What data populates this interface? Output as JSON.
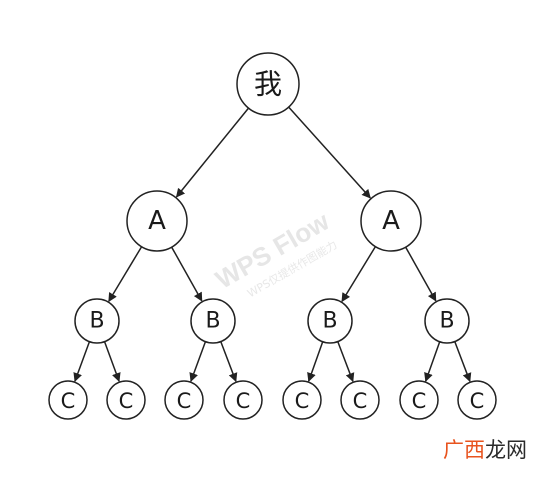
{
  "tree": {
    "root": {
      "label": "我"
    },
    "level2": [
      {
        "label": "A"
      },
      {
        "label": "A"
      }
    ],
    "level3": [
      {
        "label": "B"
      },
      {
        "label": "B"
      },
      {
        "label": "B"
      },
      {
        "label": "B"
      }
    ],
    "level4": [
      {
        "label": "C"
      },
      {
        "label": "C"
      },
      {
        "label": "C"
      },
      {
        "label": "C"
      },
      {
        "label": "C"
      },
      {
        "label": "C"
      },
      {
        "label": "C"
      },
      {
        "label": "C"
      }
    ]
  },
  "watermark": {
    "title": "WPS Flow",
    "subtitle": "WPS仅提供作图能力"
  },
  "brand": {
    "part_a": "广西",
    "part_b": "龙网",
    "colors": {
      "part_a": "#e8531e",
      "part_b": "#2a2a2a"
    }
  },
  "colors": {
    "stroke": "#222222",
    "fill": "#ffffff"
  }
}
